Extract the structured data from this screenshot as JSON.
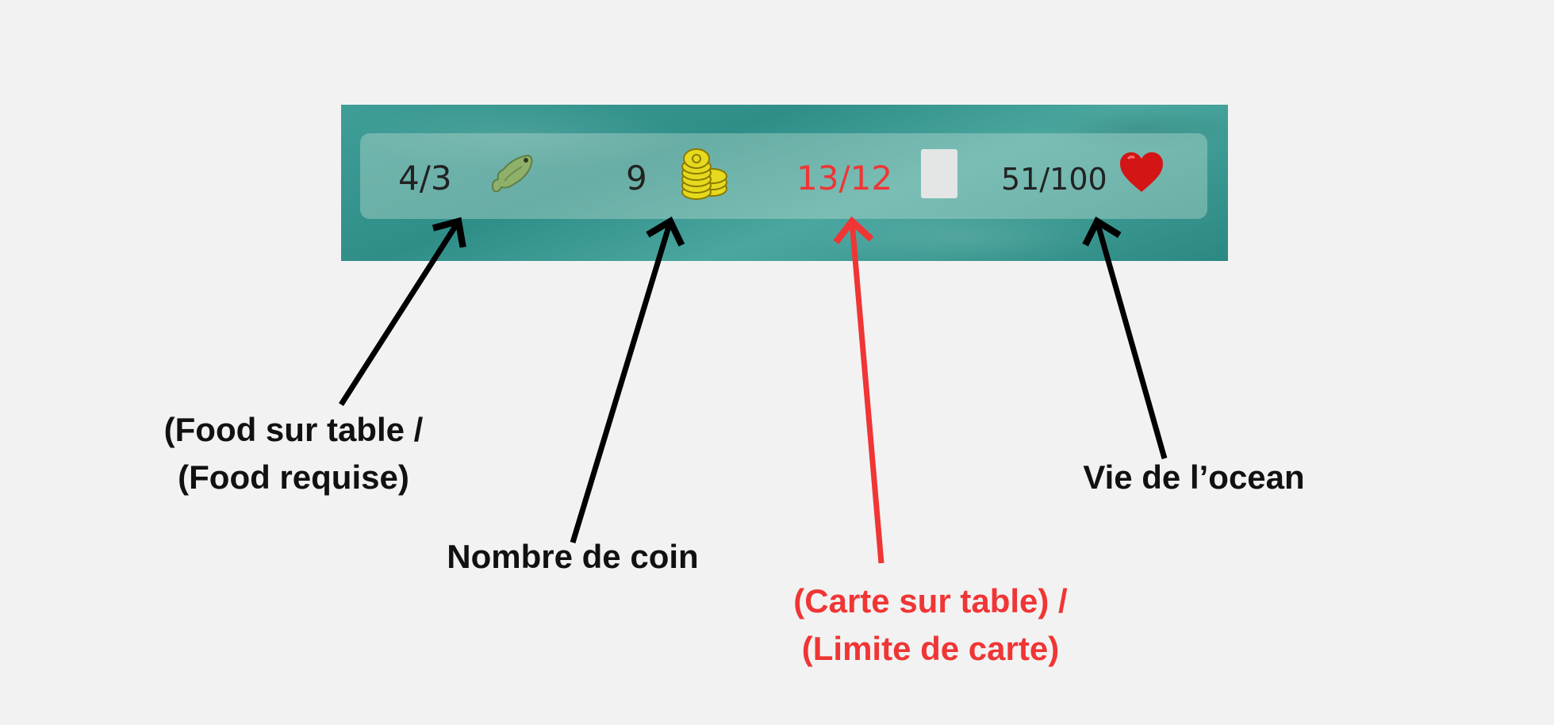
{
  "hud": {
    "food": "4/3",
    "coins": "9",
    "cards": "13/12",
    "life": "51/100"
  },
  "annotations": {
    "food_line1": "(Food sur table /",
    "food_line2": "(Food requise)",
    "coins": "Nombre de coin",
    "cards_line1": "(Carte sur table) /",
    "cards_line2": "(Limite de carte)",
    "life": "Vie de l’ocean"
  },
  "colors": {
    "highlight": "#f03535",
    "arrow": "#000000"
  },
  "icons": [
    "fish-icon",
    "coin-stack-icon",
    "card-icon",
    "heart-icon"
  ]
}
